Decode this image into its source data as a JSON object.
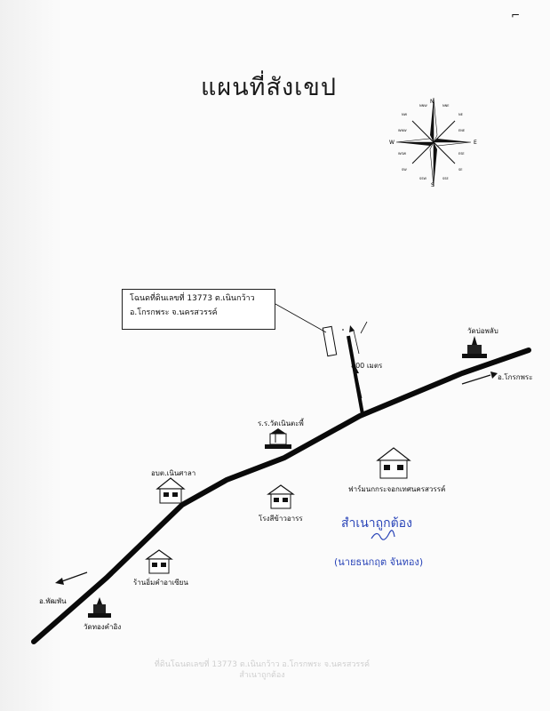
{
  "title": "แผนที่สังเขป",
  "corner_mark": "⌐",
  "compass": {
    "n": "N",
    "s": "S",
    "e": "E",
    "w": "W",
    "minor": [
      "NNW",
      "NNE",
      "NW",
      "NE",
      "WNW",
      "ENE",
      "WSW",
      "ESE",
      "SW",
      "SE",
      "SSW",
      "SSE"
    ]
  },
  "deed": {
    "line1": "โฉนดที่ดินเลขที่  13773  ต.เนินกว้าว",
    "line2": "อ.โกรกพระ   จ.นครสวรรค์"
  },
  "distance_label": "800 เมตร",
  "destinations": {
    "east": "อ.โกรกพระ",
    "west": "อ.พัฒพัน"
  },
  "places": {
    "temple_east": "วัดบ่อพลับ",
    "school": "ร.ร.วัดเนินตะพี้",
    "sao": "อบต.เนินศาลา",
    "rice_mill": "โรงสีข้าวอารร",
    "farm": "ฟาร์มนกกระจอกเทศนครสวรรค์",
    "shop": "ร้านอิ่มคำอาเซียน",
    "temple_west": "วัดทองคำอิง"
  },
  "certify": "สำเนาถูกต้อง",
  "signer": "(นายธนกฤต  จันทอง)",
  "bleed_through": {
    "line1": "ที่ดินโฉนดเลขที่ 13773 ต.เนินกว้าว อ.โกรกพระ จ.นครสวรรค์",
    "line2": "สำเนาถูกต้อง"
  },
  "colors": {
    "road": "#0a0a0a",
    "certify_ink": "#2a45b8"
  }
}
